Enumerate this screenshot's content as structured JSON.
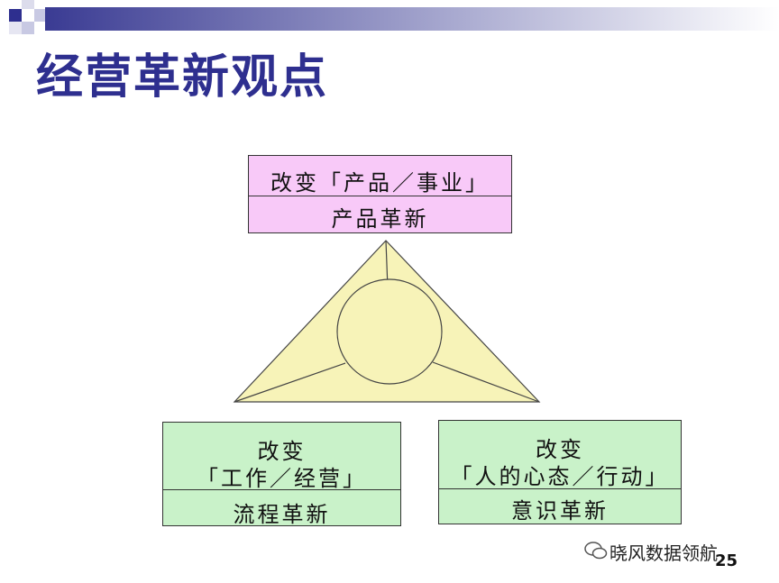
{
  "title": "经营革新观点",
  "top_box": {
    "line1": "改变「产品／事业」",
    "line2": "产品革新"
  },
  "left_box": {
    "line1": "改变",
    "line2": "「工作／经营」",
    "line3": "流程革新"
  },
  "right_box": {
    "line1": "改变",
    "line2": "「人的心态／行动」",
    "line3": "意识革新"
  },
  "watermark": "晓风数据领航",
  "page_number": "25",
  "colors": {
    "title": "#2e2f8f",
    "top_box": "#f8c9f8",
    "bottom_boxes": "#c9f2c9",
    "triangle": "#f7f3b8"
  }
}
